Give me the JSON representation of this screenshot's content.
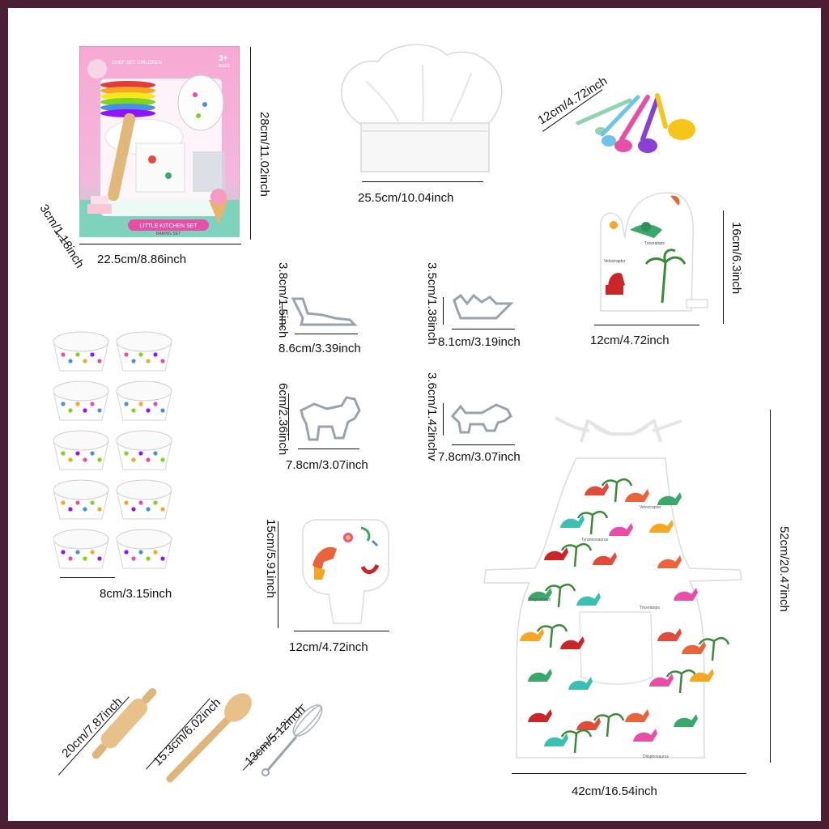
{
  "box": {
    "subtitle": "CHEF SET CHILDREN",
    "age_badge": "3+",
    "age_text": "AGES",
    "ribbon": "LITTLE KITCHEN SET",
    "ribbon_sub": "BAKING SET",
    "height": "28cm/11.02inch",
    "width": "22.5cm/8.86inch",
    "depth": "3cm/1.18inch"
  },
  "hat": {
    "width": "25.5cm/10.04inch"
  },
  "spoons": {
    "length": "12cm/4.72inch",
    "colors": [
      "#8fd3b0",
      "#6fc3ea",
      "#e74ea6",
      "#8a3fd6",
      "#f5c518"
    ]
  },
  "mitt": {
    "height": "16cm/6.3inch",
    "width": "12cm/4.72inch",
    "labels": [
      "Triceratops",
      "Velociraptor"
    ]
  },
  "cutters": [
    {
      "height": "3.8cm/1.5inch",
      "width": "8.6cm/3.39inch"
    },
    {
      "height": "3.5cm/1.38inch",
      "width": "8.1cm/3.19inch"
    },
    {
      "height": "6cm/2.36inch",
      "width": "7.8cm/3.07inch"
    },
    {
      "height": "3.6cm/1.42inchv",
      "width": "7.8cm/3.07inch"
    }
  ],
  "cups": {
    "width": "8cm/3.15inch"
  },
  "potholder": {
    "height": "15cm/5.91inch",
    "width": "12cm/4.72inch"
  },
  "apron": {
    "height": "52cm/20.47inch",
    "width": "42cm/16.54inch",
    "labels": [
      "Velociraptor",
      "Tyrannosaurus",
      "Stegosaurus",
      "Triceratops",
      "Dilophosaurus"
    ]
  },
  "rolling_pin": {
    "length": "20cm/7.87inch"
  },
  "wooden_spoon": {
    "length": "15.3cm/6.02inch"
  },
  "whisk": {
    "length": "13cm/5.12inch"
  }
}
